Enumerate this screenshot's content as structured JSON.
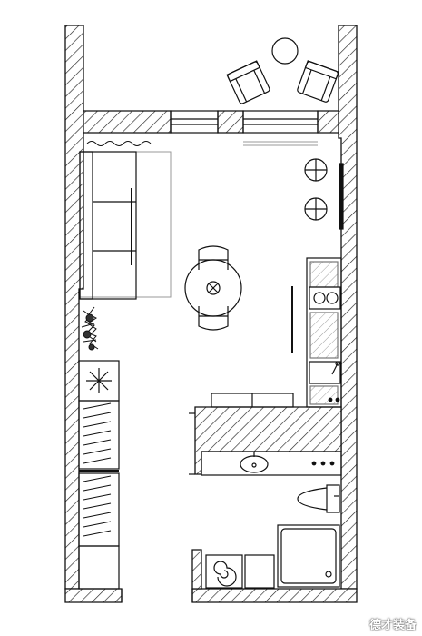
{
  "watermark": "德才装备",
  "colors": {
    "line": "#111111",
    "hatch": "#222222",
    "background": "#ffffff",
    "light_line": "#999999"
  },
  "rooms": [
    "balcony",
    "living-area",
    "kitchen",
    "bathroom"
  ],
  "furniture": [
    "sofa",
    "rug",
    "dining-table",
    "dining-chair",
    "bar-stool",
    "balcony-chair",
    "balcony-side-table",
    "wardrobe",
    "plant",
    "washbasin",
    "toilet",
    "shower-tray",
    "washing-machine",
    "cooktop",
    "kitchen-sink",
    "tv-panel",
    "sideboard"
  ]
}
